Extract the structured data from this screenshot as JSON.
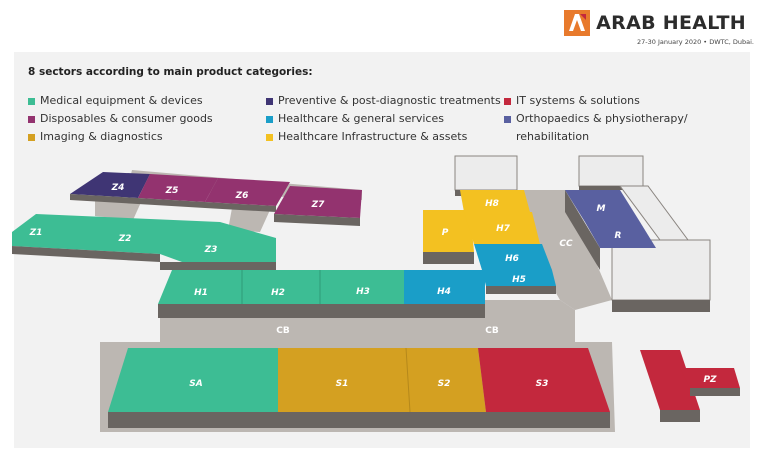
{
  "header": {
    "brand": "ARAB HEALTH",
    "tagline": "27-30 January 2020 • DWTC, Dubai."
  },
  "title": "8 sectors according to main product categories:",
  "colors": {
    "medical": "#3dbd94",
    "preventive": "#3f3574",
    "it": "#c3283d",
    "disposables": "#93336f",
    "healthcare": "#1a9ec8",
    "ortho": "#5960a0",
    "imaging": "#d4a021",
    "infrastructure": "#f3c121",
    "neutral_top": "#ececec",
    "neutral_side": "#6a6561",
    "floor": "#bcb7b2"
  },
  "legend": {
    "col1": [
      {
        "label": "Medical equipment & devices",
        "color": "#3dbd94"
      },
      {
        "label": "Disposables & consumer goods",
        "color": "#93336f"
      },
      {
        "label": "Imaging & diagnostics",
        "color": "#d4a021"
      }
    ],
    "col2": [
      {
        "label": "Preventive & post-diagnostic treatments",
        "color": "#3f3574"
      },
      {
        "label": "Healthcare & general services",
        "color": "#1a9ec8"
      },
      {
        "label": "Healthcare Infrastructure & assets",
        "color": "#f3c121"
      }
    ],
    "col3": [
      {
        "label": "IT systems & solutions",
        "color": "#c3283d"
      },
      {
        "label": "Orthopaedics & physiotherapy/ rehabilitation",
        "color": "#5960a0"
      }
    ]
  },
  "halls": {
    "z4": "Z4",
    "z5": "Z5",
    "z6": "Z6",
    "z7": "Z7",
    "z1": "Z1",
    "z2": "Z2",
    "z3": "Z3",
    "h1": "H1",
    "h2": "H2",
    "h3": "H3",
    "h4": "H4",
    "h5": "H5",
    "h6": "H6",
    "h7": "H7",
    "h8": "H8",
    "p": "P",
    "m": "M",
    "r": "R",
    "cc": "CC",
    "cb1": "CB",
    "cb2": "CB",
    "sa": "SA",
    "s1": "S1",
    "s2": "S2",
    "s3": "S3",
    "pz": "PZ"
  }
}
